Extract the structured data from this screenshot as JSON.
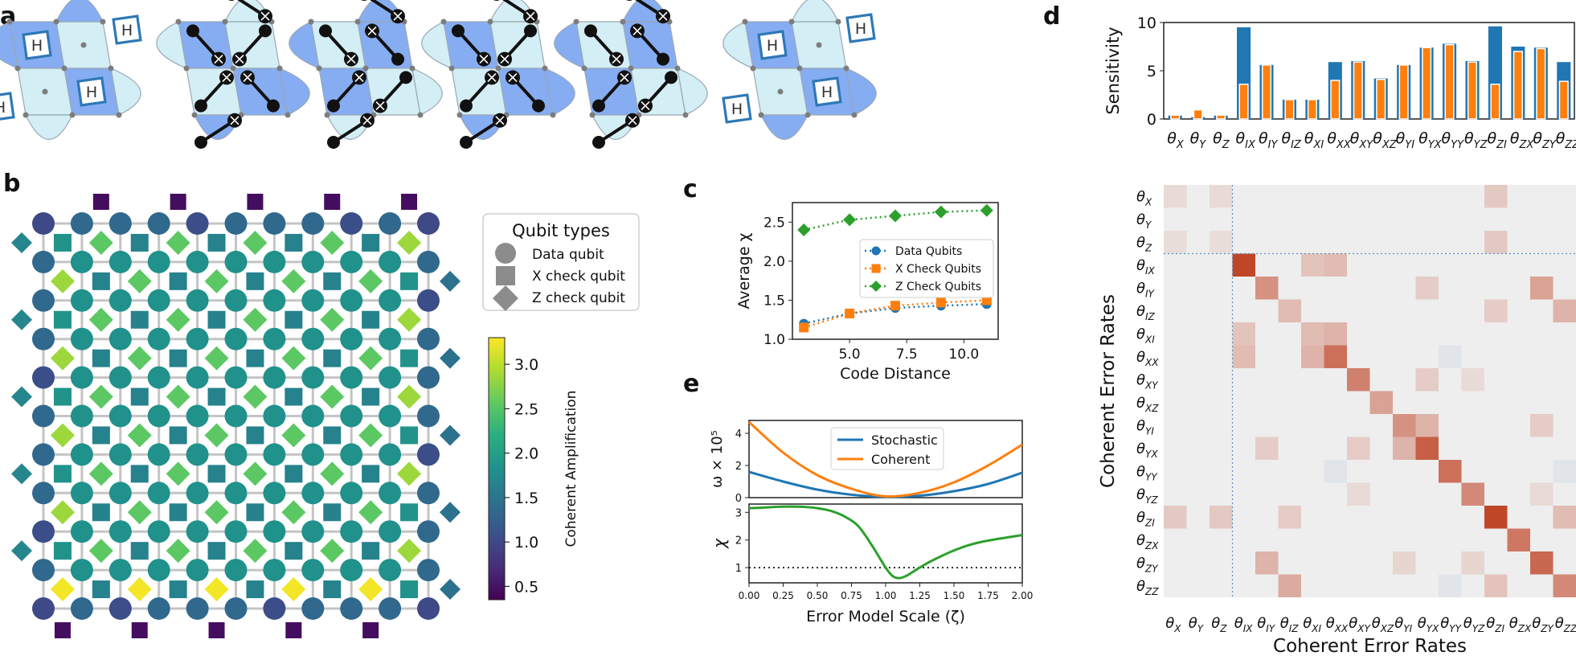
{
  "panel_labels": {
    "a": "a",
    "b": "b",
    "c": "c",
    "d": "d",
    "e": "e"
  },
  "panel_a": {
    "hadamard_label": "H",
    "layouts": [
      {
        "kind": "hadamard",
        "variant": 0
      },
      {
        "kind": "cnot",
        "variant": 0
      },
      {
        "kind": "cnot",
        "variant": 1
      },
      {
        "kind": "cnot",
        "variant": 2
      },
      {
        "kind": "cnot",
        "variant": 3
      },
      {
        "kind": "hadamard",
        "variant": 1
      }
    ]
  },
  "panel_b": {
    "legend": {
      "title": "Qubit types",
      "items": [
        "Data qubit",
        "X check qubit",
        "Z check qubit"
      ]
    },
    "colorbar": {
      "label": "Coherent Amplification",
      "ticks": [
        "0.5",
        "1.0",
        "1.5",
        "2.0",
        "2.5",
        "3.0"
      ],
      "min": 0.35,
      "max": 3.3
    },
    "colors": {
      "grid": "#c4c4c4",
      "low": "#440154",
      "high": "#fde725"
    }
  },
  "chart_data": [
    {
      "id": "c",
      "type": "line",
      "xlabel": "Code Distance",
      "ylabel": "Average χ",
      "xlim": [
        2.5,
        11.5
      ],
      "ylim": [
        1.0,
        2.75
      ],
      "xticks": [
        "5.0",
        "7.5",
        "10.0"
      ],
      "yticks": [
        "1.0",
        "1.5",
        "2.0",
        "2.5"
      ],
      "x": [
        3,
        5,
        7,
        9,
        11
      ],
      "legend_position": "center-right",
      "series": [
        {
          "name": "Data Qubits",
          "values": [
            1.2,
            1.33,
            1.4,
            1.43,
            1.45
          ],
          "color": "#1f77b4",
          "marker": "circle"
        },
        {
          "name": "X Check Qubits",
          "values": [
            1.15,
            1.33,
            1.43,
            1.47,
            1.5
          ],
          "color": "#ff7f0e",
          "marker": "square"
        },
        {
          "name": "Z Check Qubits",
          "values": [
            2.4,
            2.53,
            2.58,
            2.63,
            2.65
          ],
          "color": "#2ca02c",
          "marker": "diamond"
        }
      ]
    },
    {
      "id": "e_top",
      "type": "line",
      "ylabel": "ω × 10⁵",
      "xlim": [
        0,
        2
      ],
      "ylim": [
        0,
        4.8
      ],
      "yticks": [
        "0",
        "2",
        "4"
      ],
      "legend_position": "top-center",
      "series": [
        {
          "name": "Stochastic",
          "color": "#1f77b4",
          "x": [
            0,
            0.25,
            0.5,
            0.75,
            1.0,
            1.25,
            1.5,
            1.75,
            2.0
          ],
          "values": [
            1.6,
            1.0,
            0.5,
            0.18,
            0.05,
            0.12,
            0.4,
            0.85,
            1.55
          ]
        },
        {
          "name": "Coherent",
          "color": "#ff7f0e",
          "x": [
            0,
            0.25,
            0.5,
            0.75,
            1.0,
            1.25,
            1.5,
            1.75,
            2.0
          ],
          "values": [
            4.7,
            2.8,
            1.4,
            0.55,
            0.08,
            0.3,
            0.95,
            2.0,
            3.3
          ]
        }
      ]
    },
    {
      "id": "e_bottom",
      "type": "line",
      "xlabel": "Error Model Scale (ζ)",
      "ylabel": "χ",
      "xlim": [
        0,
        2
      ],
      "ylim": [
        0.45,
        3.3
      ],
      "xticks": [
        "0.00",
        "0.25",
        "0.50",
        "0.75",
        "1.00",
        "1.25",
        "1.50",
        "1.75",
        "2.00"
      ],
      "yticks": [
        "1",
        "2",
        "3"
      ],
      "reference_line": 1.0,
      "series": [
        {
          "color": "#2ca02c",
          "x": [
            0,
            0.1,
            0.2,
            0.3,
            0.4,
            0.5,
            0.6,
            0.7,
            0.8,
            0.9,
            1.0,
            1.05,
            1.1,
            1.15,
            1.2,
            1.3,
            1.4,
            1.5,
            1.6,
            1.7,
            1.8,
            1.9,
            2.0
          ],
          "values": [
            3.15,
            3.17,
            3.2,
            3.21,
            3.2,
            3.15,
            3.05,
            2.85,
            2.5,
            1.8,
            1.0,
            0.7,
            0.62,
            0.7,
            0.85,
            1.15,
            1.4,
            1.62,
            1.8,
            1.93,
            2.02,
            2.1,
            2.18
          ]
        }
      ]
    },
    {
      "id": "d_bar",
      "type": "bar",
      "ylabel": "Sensitivity",
      "ylim": [
        0,
        10
      ],
      "yticks": [
        "0",
        "5",
        "10"
      ],
      "categories": [
        "θX",
        "θY",
        "θZ",
        "θIX",
        "θIY",
        "θIZ",
        "θXI",
        "θXX",
        "θXY",
        "θXZ",
        "θYI",
        "θYX",
        "θYY",
        "θYZ",
        "θZI",
        "θZX",
        "θZY",
        "θZZ"
      ],
      "series": [
        {
          "color": "#1f77b4",
          "values": [
            0.35,
            0.2,
            0.35,
            9.5,
            5.6,
            2.0,
            2.0,
            5.9,
            6.0,
            4.2,
            5.6,
            7.4,
            7.8,
            6.0,
            9.6,
            7.5,
            7.4,
            5.9
          ]
        },
        {
          "color": "#ff7f0e",
          "values": [
            0.4,
            0.95,
            0.4,
            3.6,
            5.6,
            2.0,
            2.0,
            4.0,
            5.9,
            4.1,
            5.6,
            7.4,
            7.7,
            5.9,
            3.6,
            7.0,
            7.3,
            3.9
          ]
        }
      ]
    },
    {
      "id": "d_heatmap",
      "type": "heatmap",
      "xlabel": "Coherent Error Rates",
      "ylabel": "Coherent Error Rates",
      "categories": [
        "θX",
        "θY",
        "θZ",
        "θIX",
        "θIY",
        "θIZ",
        "θXI",
        "θXX",
        "θXY",
        "θXZ",
        "θYI",
        "θYX",
        "θYY",
        "θYZ",
        "θZI",
        "θZX",
        "θZY",
        "θZZ"
      ],
      "cells": [
        [
          0,
          0,
          0.12
        ],
        [
          0,
          2,
          0.12
        ],
        [
          0,
          14,
          0.22
        ],
        [
          2,
          0,
          0.1
        ],
        [
          2,
          2,
          0.1
        ],
        [
          2,
          14,
          0.22
        ],
        [
          3,
          3,
          1.0
        ],
        [
          3,
          6,
          0.25
        ],
        [
          3,
          7,
          0.3
        ],
        [
          4,
          4,
          0.55
        ],
        [
          4,
          11,
          0.2
        ],
        [
          4,
          16,
          0.45
        ],
        [
          5,
          5,
          0.3
        ],
        [
          5,
          14,
          0.2
        ],
        [
          5,
          17,
          0.35
        ],
        [
          6,
          3,
          0.25
        ],
        [
          6,
          6,
          0.3
        ],
        [
          6,
          7,
          0.35
        ],
        [
          7,
          3,
          0.3
        ],
        [
          7,
          6,
          0.35
        ],
        [
          7,
          7,
          0.75
        ],
        [
          7,
          12,
          -0.15
        ],
        [
          8,
          8,
          0.65
        ],
        [
          8,
          11,
          0.2
        ],
        [
          8,
          13,
          0.12
        ],
        [
          9,
          9,
          0.45
        ],
        [
          10,
          10,
          0.55
        ],
        [
          10,
          11,
          0.35
        ],
        [
          10,
          16,
          0.2
        ],
        [
          11,
          4,
          0.2
        ],
        [
          11,
          8,
          0.2
        ],
        [
          11,
          10,
          0.35
        ],
        [
          11,
          11,
          0.85
        ],
        [
          12,
          7,
          -0.15
        ],
        [
          12,
          12,
          0.75
        ],
        [
          12,
          17,
          -0.15
        ],
        [
          13,
          8,
          0.12
        ],
        [
          13,
          13,
          0.6
        ],
        [
          13,
          16,
          0.12
        ],
        [
          14,
          0,
          0.22
        ],
        [
          14,
          2,
          0.22
        ],
        [
          14,
          5,
          0.2
        ],
        [
          14,
          14,
          1.0
        ],
        [
          14,
          17,
          0.3
        ],
        [
          15,
          15,
          0.7
        ],
        [
          16,
          4,
          0.35
        ],
        [
          16,
          10,
          0.15
        ],
        [
          16,
          13,
          0.15
        ],
        [
          16,
          16,
          0.8
        ],
        [
          17,
          5,
          0.4
        ],
        [
          17,
          12,
          -0.15
        ],
        [
          17,
          14,
          0.25
        ],
        [
          17,
          17,
          0.6
        ]
      ]
    }
  ]
}
